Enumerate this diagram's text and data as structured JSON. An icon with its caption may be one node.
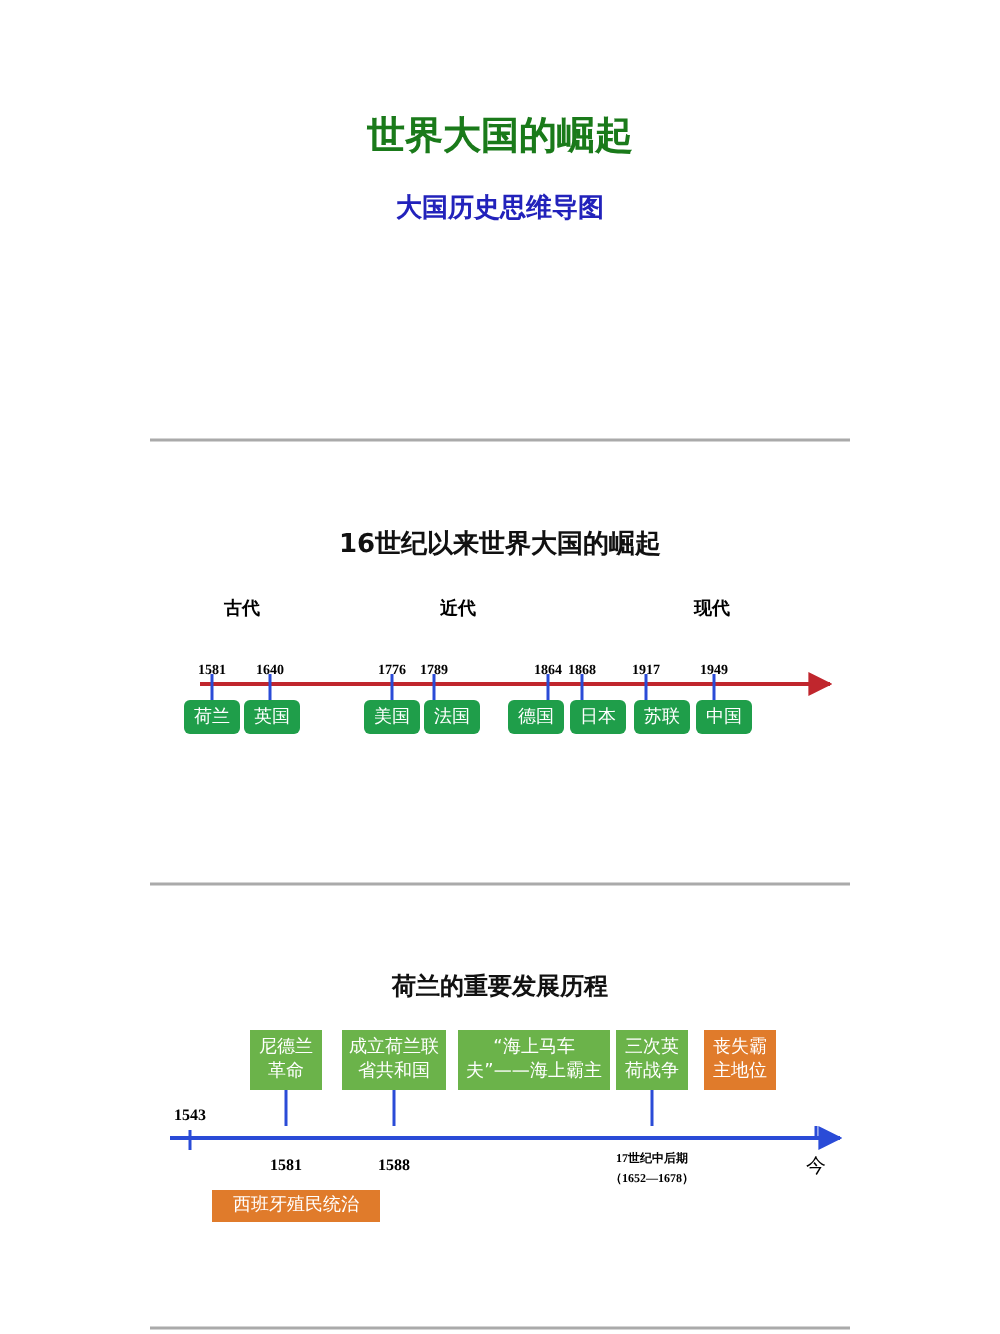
{
  "diagram": {
    "title": "世界大国的崛起",
    "nodes": [
      {
        "text": [
          "荷兰"
        ],
        "beside": [
          "1581"
        ]
      },
      {
        "text": [
          "英国"
        ],
        "beside": [
          "1640"
        ]
      },
      {
        "text": [
          "美国"
        ],
        "beside": [
          "1776"
        ]
      },
      {
        "text": [
          "法国"
        ],
        "beside": [
          "1789"
        ]
      },
      {
        "text": [
          "德国"
        ],
        "beside": [
          "1864"
        ]
      },
      {
        "text": [
          "日本"
        ],
        "beside": [
          "1868"
        ]
      },
      {
        "text": [
          "苏联"
        ],
        "beside": [
          "1917"
        ]
      },
      {
        "text": [
          "中国"
        ],
        "beside": [
          "1949"
        ]
      },
      {
        "text": [
          "尼德兰革命"
        ]
      },
      {
        "text": [
          "成立荷兰联省共和国"
        ]
      },
      {
        "text": [
          "“海上马车夫”——海上霸主"
        ]
      },
      {
        "text": [
          "三次英荷战争"
        ]
      },
      {
        "text": [
          "丧失霸主地位"
        ]
      },
      {
        "text": [
          "西班牙殖民统治"
        ]
      },
      {
        "text": [],
        "shape": "bar"
      }
    ],
    "edges": [
      {
        "from": 8,
        "to": 14,
        "arrow": "none"
      },
      {
        "from": 9,
        "to": 14,
        "arrow": "none"
      },
      {
        "from": 11,
        "to": 14,
        "arrow": "none"
      }
    ],
    "labels": [
      "大国历史思维导图",
      "16世纪以来世界大国的崛起",
      "古代",
      "近代",
      "现代",
      "荷兰的重要发展历程",
      "1543",
      "1581",
      "1588",
      "17世纪中后期（1652—1678）",
      "今"
    ]
  }
}
